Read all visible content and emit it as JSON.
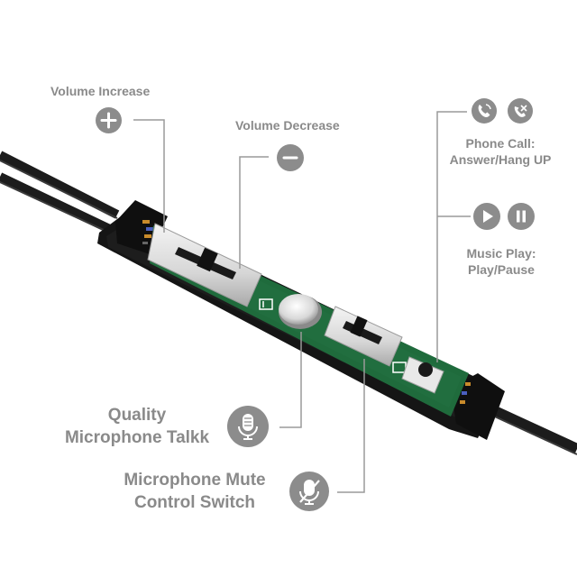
{
  "labels": {
    "volume_increase": "Volume Increase",
    "volume_decrease": "Volume Decrease",
    "phone_call_1": "Phone Call:",
    "phone_call_2": "Answer/Hang UP",
    "music_play_1": "Music Play:",
    "music_play_2": "Play/Pause",
    "quality_mic_1": "Quality",
    "quality_mic_2": "Microphone Talkk",
    "mute_1": "Microphone Mute",
    "mute_2": "Control Switch"
  },
  "icons": [
    "plus-icon",
    "minus-icon",
    "phone-answer-icon",
    "phone-hangup-icon",
    "play-icon",
    "pause-icon",
    "microphone-icon",
    "microphone-mute-icon"
  ],
  "colors": {
    "label_gray": "#8a8a8a",
    "icon_gray": "#8c8c8c",
    "pcb_green": "#1f6b3c",
    "cable_black": "#111111",
    "silver": "#d9d9d9"
  }
}
